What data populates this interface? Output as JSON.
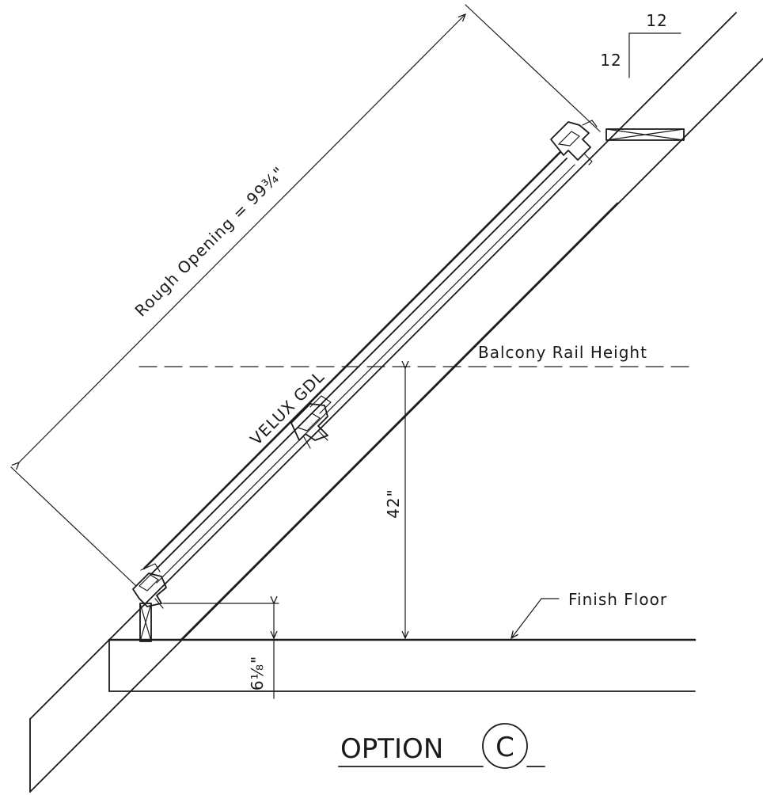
{
  "drawing": {
    "pitch": {
      "rise": "12",
      "run": "12"
    },
    "labels": {
      "rough_opening": "Rough Opening = 99¾\"",
      "product": "VELUX GDL",
      "rail_height_label": "Balcony Rail Height",
      "rail_height_value": "42\"",
      "finish_floor": "Finish Floor",
      "floor_offset": "6⅛\""
    },
    "option": {
      "word": "OPTION",
      "letter": "C"
    }
  }
}
